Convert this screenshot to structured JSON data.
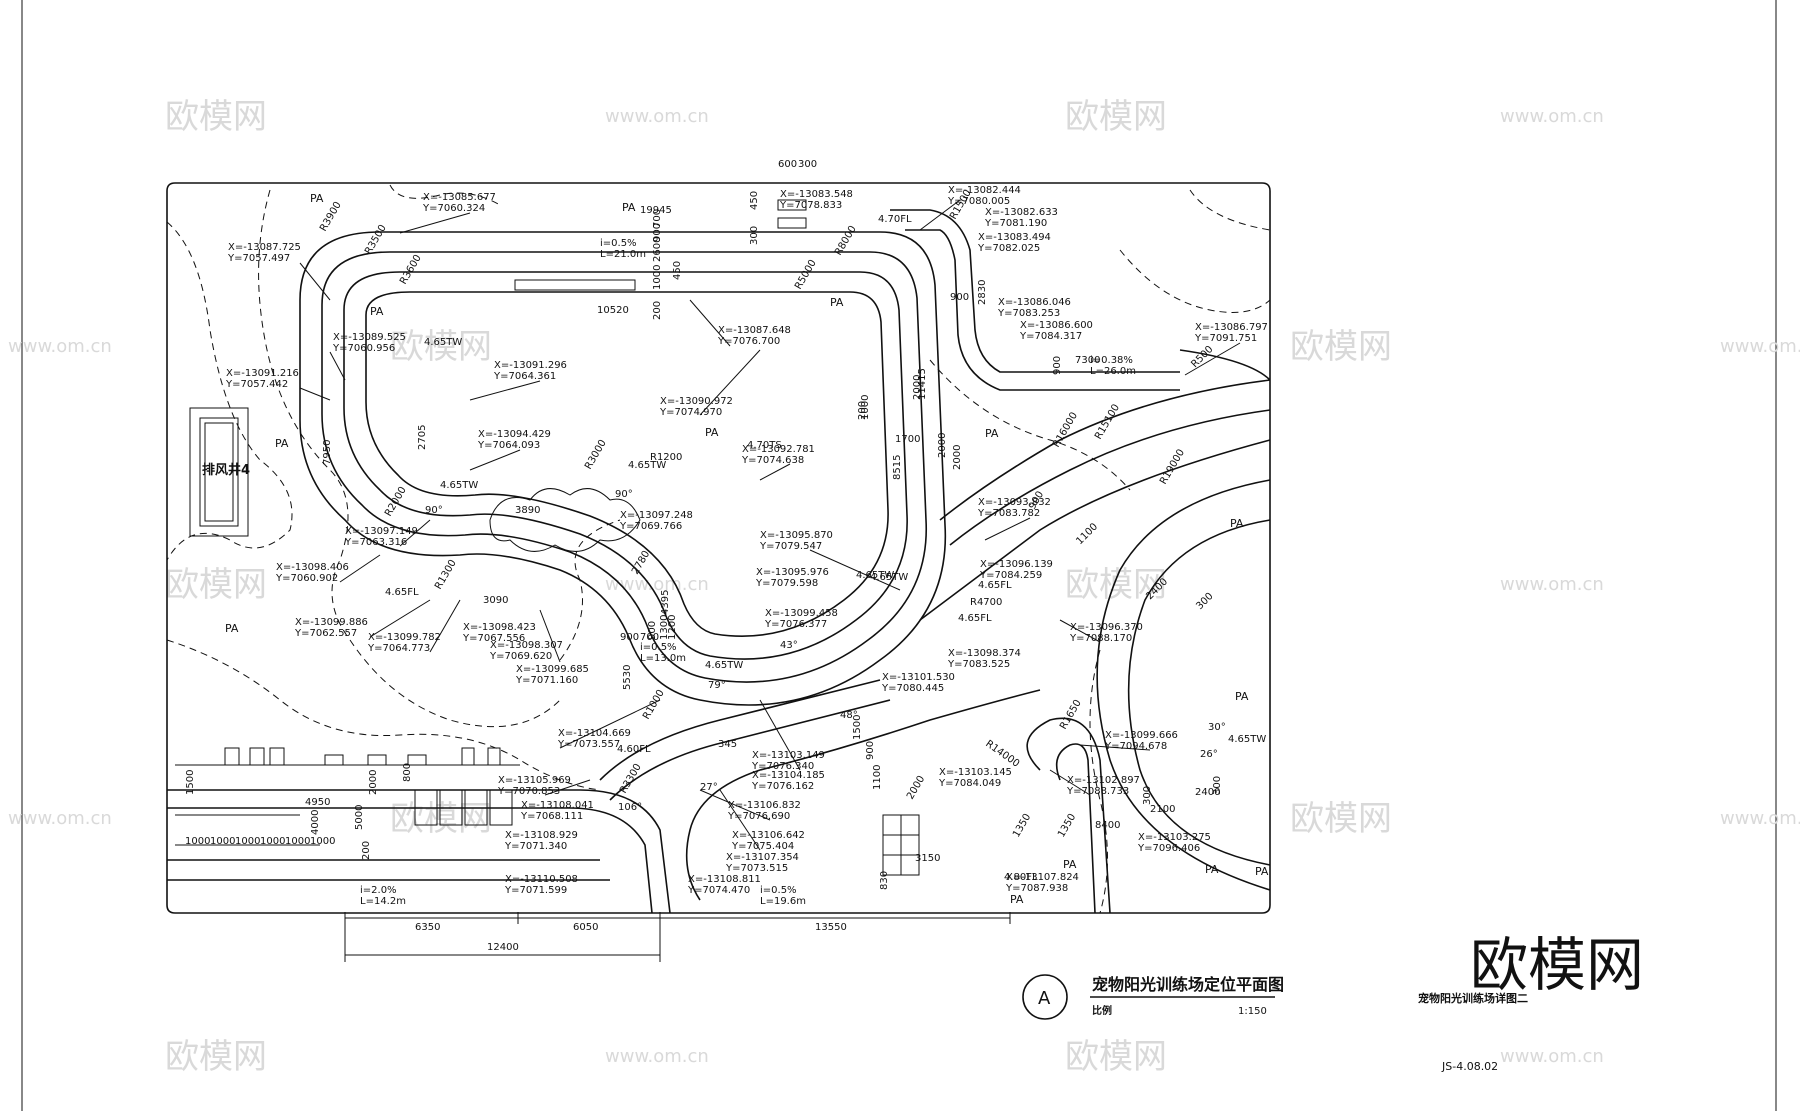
{
  "drawing": {
    "title": "宠物阳光训练场定位平面图",
    "scale_label": "比例",
    "scale_value": "1:150",
    "marker": "A",
    "side_title": "宠物阳光训练场详图二",
    "sheet_number": "JS-4.08.02",
    "shaft_label": "排风井4"
  },
  "watermarks": {
    "brand_cn": "欧模网",
    "site": "www.om.cn"
  },
  "zone_labels": [
    {
      "text": "PA"
    },
    {
      "text": "PA"
    },
    {
      "text": "PA"
    },
    {
      "text": "PA"
    },
    {
      "text": "PA"
    },
    {
      "text": "PA"
    },
    {
      "text": "PA"
    },
    {
      "text": "PA"
    },
    {
      "text": "PA"
    },
    {
      "text": "PA"
    },
    {
      "text": "PA"
    },
    {
      "text": "PA"
    },
    {
      "text": "PA"
    },
    {
      "text": "PA"
    }
  ],
  "elevations": [
    "4.65TW",
    "4.65TW",
    "4.65TW",
    "4.65TW",
    "4.65TW",
    "4.65TW",
    "4.65FL",
    "4.65FL",
    "4.65FL",
    "4.60FL",
    "4.70TS",
    "4.65TW",
    "4.80FL",
    "4.70FL"
  ],
  "coordinates": [
    {
      "x": "X=-13085.677",
      "y": "Y=7060.324"
    },
    {
      "x": "X=-13087.725",
      "y": "Y=7057.497"
    },
    {
      "x": "X=-13089.525",
      "y": "Y=7060.956"
    },
    {
      "x": "X=-13091.216",
      "y": "Y=7057.442"
    },
    {
      "x": "X=-13091.296",
      "y": "Y=7064.361"
    },
    {
      "x": "X=-13094.429",
      "y": "Y=7064.093"
    },
    {
      "x": "X=-13097.149",
      "y": "Y=7063.316"
    },
    {
      "x": "X=-13098.406",
      "y": "Y=7060.902"
    },
    {
      "x": "X=-13099.886",
      "y": "Y=7062.557"
    },
    {
      "x": "X=-13099.782",
      "y": "Y=7064.773"
    },
    {
      "x": "X=-13098.423",
      "y": "Y=7067.556"
    },
    {
      "x": "X=-13098.307",
      "y": "Y=7069.620"
    },
    {
      "x": "X=-13099.685",
      "y": "Y=7071.160"
    },
    {
      "x": "X=-13097.248",
      "y": "Y=7069.766"
    },
    {
      "x": "X=-13083.548",
      "y": "Y=7078.833"
    },
    {
      "x": "X=-13087.648",
      "y": "Y=7076.700"
    },
    {
      "x": "X=-13090.972",
      "y": "Y=7074.970"
    },
    {
      "x": "X=-13092.781",
      "y": "Y=7074.638"
    },
    {
      "x": "X=-13095.870",
      "y": "Y=7079.547"
    },
    {
      "x": "X=-13095.976",
      "y": "Y=7079.598"
    },
    {
      "x": "X=-13099.458",
      "y": "Y=7076.377"
    },
    {
      "x": "X=-13082.444",
      "y": "Y=7080.005"
    },
    {
      "x": "X=-13082.633",
      "y": "Y=7081.190"
    },
    {
      "x": "X=-13083.494",
      "y": "Y=7082.025"
    },
    {
      "x": "X=-13086.046",
      "y": "Y=7083.253"
    },
    {
      "x": "X=-13086.600",
      "y": "Y=7084.317"
    },
    {
      "x": "X=-13086.797",
      "y": "Y=7091.751"
    },
    {
      "x": "X=-13093.832",
      "y": "Y=7083.782"
    },
    {
      "x": "X=-13096.139",
      "y": "Y=7084.259"
    },
    {
      "x": "X=-13096.370",
      "y": "Y=7088.170"
    },
    {
      "x": "X=-13098.374",
      "y": "Y=7083.525"
    },
    {
      "x": "X=-13101.530",
      "y": "Y=7080.445"
    },
    {
      "x": "X=-13104.669",
      "y": "Y=7073.557"
    },
    {
      "x": "X=-13103.149",
      "y": "Y=7076.340"
    },
    {
      "x": "X=-13104.185",
      "y": "Y=7076.162"
    },
    {
      "x": "X=-13105.969",
      "y": "Y=7070.853"
    },
    {
      "x": "X=-13108.041",
      "y": "Y=7068.111"
    },
    {
      "x": "X=-13106.832",
      "y": "Y=7076.690"
    },
    {
      "x": "X=-13106.642",
      "y": "Y=7075.404"
    },
    {
      "x": "X=-13108.929",
      "y": "Y=7071.340"
    },
    {
      "x": "X=-13107.354",
      "y": "Y=7073.515"
    },
    {
      "x": "X=-13108.811",
      "y": "Y=7074.470"
    },
    {
      "x": "X=-13110.508",
      "y": "Y=7071.599"
    },
    {
      "x": "X=-13103.145",
      "y": "Y=7084.049"
    },
    {
      "x": "X=-13102.897",
      "y": "Y=7088.733"
    },
    {
      "x": "X=-13099.666",
      "y": "Y=7094.678"
    },
    {
      "x": "X=-13103.275",
      "y": "Y=7096.406"
    },
    {
      "x": "X=-13107.824",
      "y": "Y=7087.938"
    }
  ],
  "slopes": [
    {
      "i": "i=0.5%",
      "l": "L=21.0m"
    },
    {
      "i": "i=0.38%",
      "l": "L=26.0m"
    },
    {
      "i": "i=2.0%",
      "l": "L=14.2m"
    },
    {
      "i": "i=0.5%",
      "l": "L=19.6m"
    },
    {
      "i": "i=0.5%",
      "l": "L=13.0m"
    }
  ],
  "radii": [
    "R3900",
    "R3600",
    "R3500",
    "R1300",
    "R3000",
    "R2000",
    "R1000",
    "R5000",
    "R8000",
    "R1500",
    "R16000",
    "R15100",
    "R19000",
    "R4700",
    "R14000",
    "R1650",
    "R500",
    "R3300",
    "R1200"
  ],
  "dimensions": {
    "top": [
      "19945",
      "10520",
      "600",
      "300",
      "450",
      "300",
      "450",
      "2600",
      "900",
      "700",
      "1000",
      "200",
      "2830",
      "900",
      "7300",
      "900",
      "11415",
      "8515",
      "2000",
      "200",
      "1000",
      "2000",
      "1700",
      "2000",
      "900",
      "1100",
      "2400",
      "300",
      "2705",
      "7950",
      "3890",
      "3090",
      "2780",
      "4395",
      "5530",
      "1200",
      "900",
      "700",
      "900",
      "1300",
      "1500",
      "900",
      "1100",
      "2000",
      "345",
      "3150",
      "830",
      "1350",
      "1350",
      "8400",
      "2100",
      "300",
      "2400",
      "300"
    ],
    "bottom_row": [
      "6350",
      "6050",
      "13550"
    ],
    "bottom_total": "12400",
    "left": [
      "1500",
      "4950",
      "2000",
      "800",
      "4000",
      "5000",
      "200",
      "1000",
      "1000",
      "1000",
      "1000",
      "1000",
      "1000"
    ]
  },
  "angles": [
    "90°",
    "90°",
    "106°",
    "27°",
    "79°",
    "43°",
    "48°",
    "30°",
    "26°"
  ]
}
